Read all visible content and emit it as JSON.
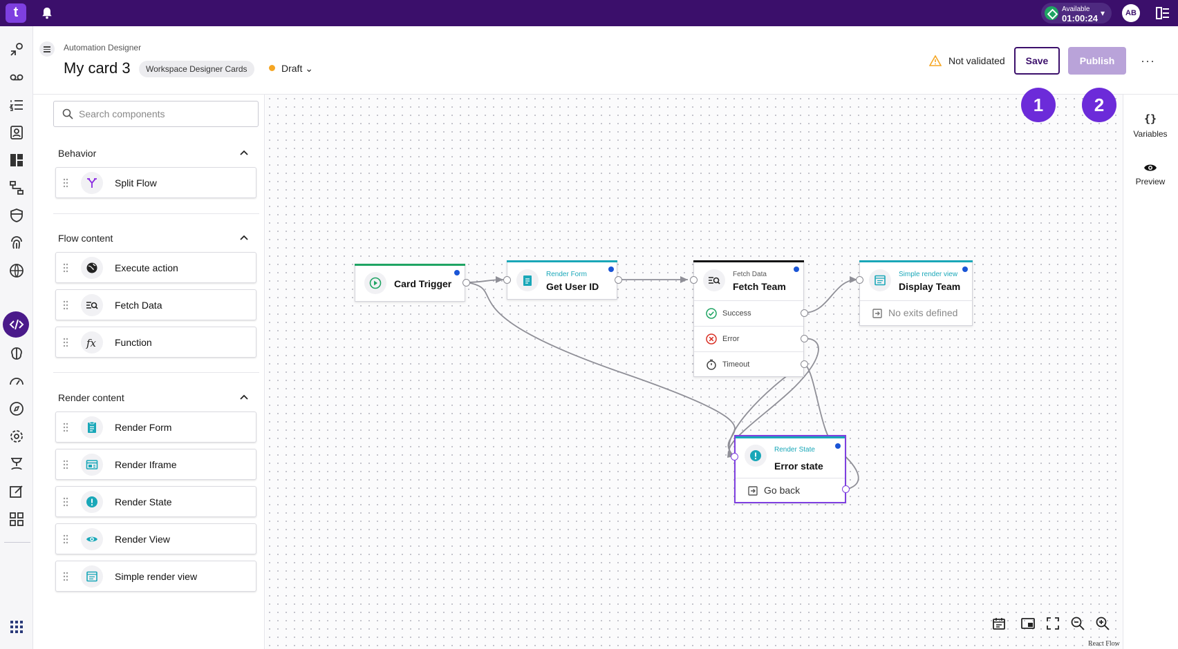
{
  "topbar": {
    "logo": "t",
    "availability_status": "Available",
    "timer": "01:00:24",
    "user_initials": "AB"
  },
  "header": {
    "breadcrumb": "Automation Designer",
    "title": "My card 3",
    "workspace_badge": "Workspace Designer Cards",
    "status": "Draft",
    "validation": "Not validated",
    "save_label": "Save",
    "publish_label": "Publish"
  },
  "search": {
    "placeholder": "Search components"
  },
  "sections": [
    {
      "title": "Behavior",
      "items": [
        {
          "label": "Split Flow",
          "icon": "split-icon"
        }
      ]
    },
    {
      "title": "Flow content",
      "items": [
        {
          "label": "Execute action",
          "icon": "globe-icon"
        },
        {
          "label": "Fetch Data",
          "icon": "fetch-data-icon"
        },
        {
          "label": "Function",
          "icon": "function-icon"
        }
      ]
    },
    {
      "title": "Render content",
      "items": [
        {
          "label": "Render Form",
          "icon": "form-icon"
        },
        {
          "label": "Render Iframe",
          "icon": "iframe-icon"
        },
        {
          "label": "Render State",
          "icon": "alert-icon"
        },
        {
          "label": "Render View",
          "icon": "eye-icon"
        },
        {
          "label": "Simple render view",
          "icon": "view-icon"
        }
      ]
    }
  ],
  "nodes": {
    "card_trigger": {
      "title": "Card Trigger"
    },
    "get_user": {
      "subtitle": "Render Form",
      "title": "Get User ID"
    },
    "fetch_team": {
      "subtitle": "Fetch Data",
      "title": "Fetch Team",
      "exits": [
        "Success",
        "Error",
        "Timeout"
      ]
    },
    "display_team": {
      "subtitle": "Simple render view",
      "title": "Display Team",
      "exit_text": "No exits defined"
    },
    "error_state": {
      "subtitle": "Render State",
      "title": "Error state",
      "exit_text": "Go back"
    }
  },
  "annotations": [
    "1",
    "2"
  ],
  "right_rail": {
    "variables_label": "Variables",
    "variables_glyph": "{}",
    "preview_label": "Preview"
  },
  "footer": {
    "credit": "React Flow"
  },
  "colors": {
    "topbar": "#3b0f6b",
    "accent": "#6c2bd9",
    "teal": "#19a7b8",
    "success": "#1fa463",
    "error": "#d93025"
  }
}
